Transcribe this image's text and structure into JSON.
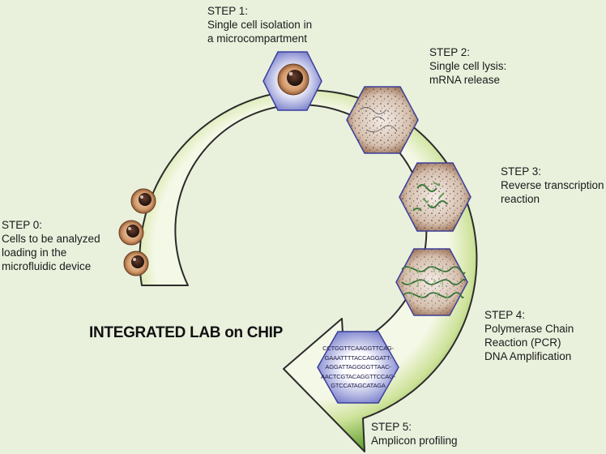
{
  "diagram": {
    "title": "INTEGRATED LAB on CHIP",
    "steps": [
      {
        "id": "step0",
        "heading": "STEP 0:",
        "lines": [
          "Cells to be analyzed",
          "loading in the",
          "microfluidic device"
        ]
      },
      {
        "id": "step1",
        "heading": "STEP 1:",
        "lines": [
          "Single cell isolation in",
          "a microcompartment"
        ]
      },
      {
        "id": "step2",
        "heading": "STEP 2:",
        "lines": [
          "Single cell lysis:",
          "mRNA release"
        ]
      },
      {
        "id": "step3",
        "heading": "STEP 3:",
        "lines": [
          "Reverse transcription",
          "reaction"
        ]
      },
      {
        "id": "step4",
        "heading": "STEP 4:",
        "lines": [
          "Polymerase Chain",
          "Reaction (PCR)",
          "DNA Amplification"
        ]
      },
      {
        "id": "step5",
        "heading": "STEP 5:",
        "lines": [
          "Amplicon profiling"
        ]
      }
    ],
    "dna_sequence": [
      "CCTGGTTCAAGGTTCAG-",
      "GAAATTTTACCAGGATT-",
      "AGGATTAGGGGTTAAC-",
      "AACTCGTACAGGTTCCAG-",
      "GTCCATAGCATAGA"
    ],
    "colors": {
      "background": "#e9f1dd",
      "arrow_green_light": "#eef5d6",
      "arrow_green_dark": "#6aa532",
      "arrow_outline": "#2d2d2d",
      "hexagon_border": "#3b3f9b",
      "chamber_brown": "#a98066",
      "cell_outer": "#c89064",
      "cell_nucleus": "#3a2418"
    }
  }
}
